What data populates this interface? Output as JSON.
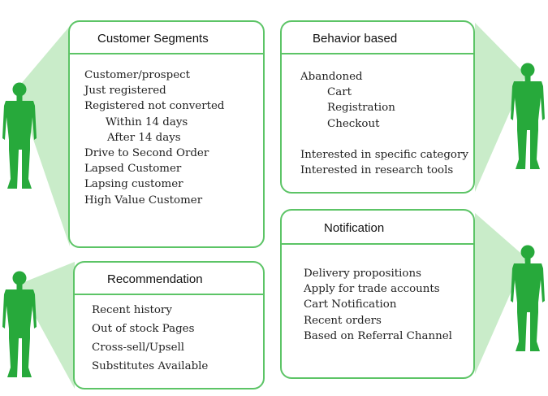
{
  "colors": {
    "border": "#5cc466",
    "beam": "#c9ecc9",
    "figure": "#27a93b"
  },
  "cards": {
    "customer_segments": {
      "title": "Customer Segments",
      "items": [
        "Customer/prospect",
        "Just registered",
        "Registered not converted",
        "Within 14 days",
        "After 14 days",
        "Drive to Second Order",
        "Lapsed Customer",
        "Lapsing customer",
        "High Value Customer"
      ]
    },
    "behavior_based": {
      "title": "Behavior based",
      "items": [
        "Abandoned",
        "Cart",
        "Registration",
        "Checkout",
        "Interested in specific category",
        "Interested in research tools"
      ]
    },
    "notification": {
      "title": "Notification",
      "items": [
        "Delivery propositions",
        "Apply for trade accounts",
        "Cart Notification",
        "Recent orders",
        "Based on Referral Channel"
      ]
    },
    "recommendation": {
      "title": "Recommendation",
      "items": [
        "Recent history",
        "Out of stock Pages",
        "Cross-sell/Upsell",
        "Substitutes Available"
      ]
    }
  }
}
